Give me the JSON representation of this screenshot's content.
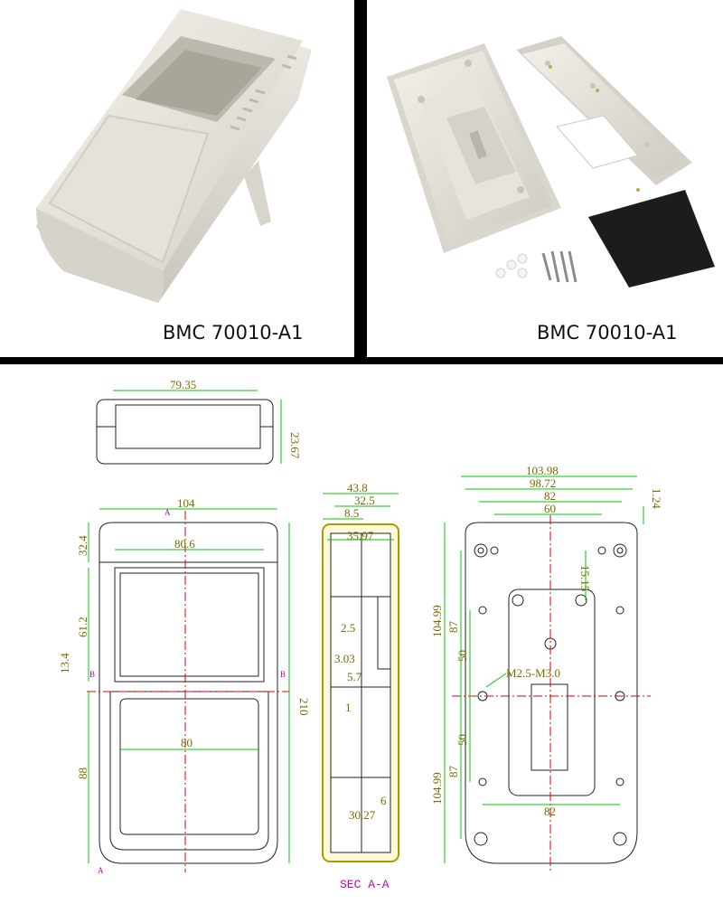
{
  "photos": {
    "left_caption": "BMC 70010-A1",
    "right_caption": "BMC 70010-A1"
  },
  "drawing": {
    "top_view": {
      "width": "79.35",
      "height": "23.67"
    },
    "front_view": {
      "width": "104",
      "inner_width": "80.6",
      "height": "210",
      "top_band": "32.4",
      "window_height": "61.2",
      "side": "13.4",
      "lower_window_width": "80",
      "lower_height": "88",
      "mark_a": "A",
      "mark_b": "B"
    },
    "section_view": {
      "w1": "43.8",
      "w2": "32.5",
      "w3": "8.5",
      "w4": "35.97",
      "d1": "2.5",
      "d2": "3.03",
      "d3": "5.7",
      "d4": "1",
      "d5": "6",
      "d6": "30.27",
      "label": "SEC A-A"
    },
    "back_view": {
      "w1": "103.98",
      "w2": "98.72",
      "w3": "82",
      "w4": "60",
      "r": "1.24",
      "h1": "15.15",
      "h_top": "104.99",
      "h_bottom": "104.99",
      "s1": "87",
      "s2": "87",
      "s3": "50",
      "s4": "50",
      "screw": "M2.5-M3.0",
      "bottom_width": "82"
    }
  },
  "colors": {
    "dimension": "#00c800",
    "centerline": "#e00000",
    "text": "#7a6a00",
    "marker": "#c000c0",
    "outline": "#222222"
  }
}
